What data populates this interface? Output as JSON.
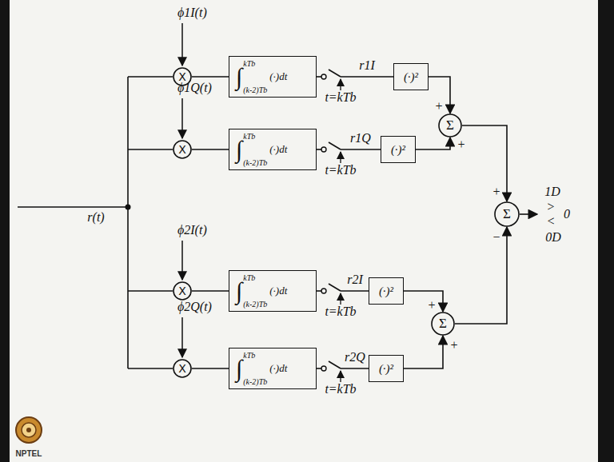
{
  "diagram": {
    "nodes": [
      {
        "text": [
          "X"
        ]
      },
      {
        "text": [
          "∫",
          "kTb",
          "(k-2)Tb",
          "(·)dt"
        ]
      },
      {
        "text": [
          "(·)²"
        ]
      },
      {
        "text": [
          "X"
        ]
      },
      {
        "text": [
          "∫",
          "kTb",
          "(k-2)Tb",
          "(·)dt"
        ]
      },
      {
        "text": [
          "(·)²"
        ]
      },
      {
        "text": [
          "Σ"
        ]
      },
      {
        "text": [
          "Σ"
        ]
      },
      {
        "text": [
          "X"
        ]
      },
      {
        "text": [
          "∫",
          "kTb",
          "(k-2)Tb",
          "(·)dt"
        ]
      },
      {
        "text": [
          "(·)²"
        ]
      },
      {
        "text": [
          "X"
        ]
      },
      {
        "text": [
          "∫",
          "kTb",
          "(k-2)Tb",
          "(·)dt"
        ]
      },
      {
        "text": [
          "(·)²"
        ]
      },
      {
        "text": [
          "Σ"
        ]
      }
    ],
    "edges": [
      {
        "from": 0,
        "to": 1,
        "arrow": "none"
      },
      {
        "from": 1,
        "to": 2,
        "arrow": "none"
      },
      {
        "from": 2,
        "to": 6,
        "arrow": "to"
      },
      {
        "from": 3,
        "to": 4,
        "arrow": "none"
      },
      {
        "from": 4,
        "to": 5,
        "arrow": "none"
      },
      {
        "from": 5,
        "to": 6,
        "arrow": "to"
      },
      {
        "from": 6,
        "to": 7,
        "arrow": "to"
      },
      {
        "from": 8,
        "to": 9,
        "arrow": "none"
      },
      {
        "from": 9,
        "to": 10,
        "arrow": "none"
      },
      {
        "from": 10,
        "to": 14,
        "arrow": "to"
      },
      {
        "from": 11,
        "to": 12,
        "arrow": "none"
      },
      {
        "from": 12,
        "to": 13,
        "arrow": "none"
      },
      {
        "from": 13,
        "to": 14,
        "arrow": "to"
      },
      {
        "from": 14,
        "to": 7,
        "arrow": "to"
      }
    ],
    "labels": [
      "ϕ1I(t)",
      "r1I",
      "t=kTb",
      "ϕ1Q(t)",
      "r1Q",
      "t=kTb",
      "+",
      "+",
      "r(t)",
      "+",
      "−",
      "1D",
      ">",
      "<",
      "0",
      "0D",
      "ϕ2I(t)",
      "r2I",
      "t=kTb",
      "ϕ2Q(t)",
      "r2Q",
      "t=kTb",
      "+",
      "+",
      "NPTEL"
    ]
  }
}
